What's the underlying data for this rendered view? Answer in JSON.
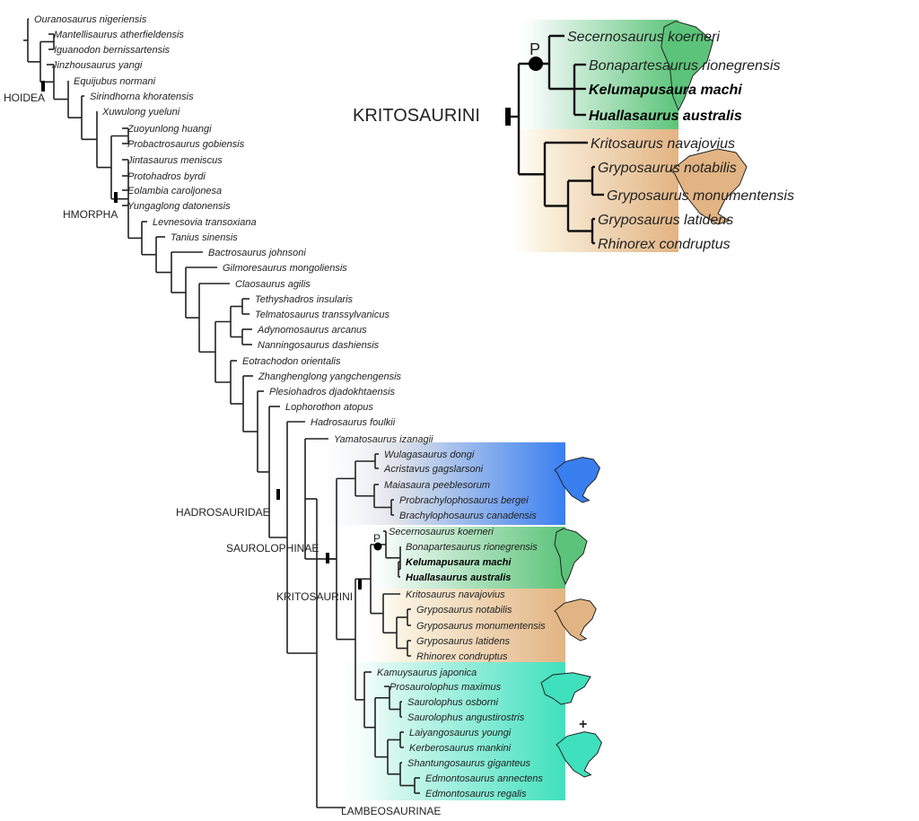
{
  "main_tree": {
    "taxa": [
      {
        "name": "Ouranosaurus nigeriensis",
        "bold": false
      },
      {
        "name": "Mantellisaurus atherfieldensis",
        "bold": false
      },
      {
        "name": "Iguanodon bernissartensis",
        "bold": false
      },
      {
        "name": "Jinzhousaurus yangi",
        "bold": false
      },
      {
        "name": "Equijubus normani",
        "bold": false
      },
      {
        "name": "Sirindhorna khoratensis",
        "bold": false
      },
      {
        "name": "Xuwulong yueluni",
        "bold": false
      },
      {
        "name": "Zuoyunlong huangi",
        "bold": false
      },
      {
        "name": "Probactrosaurus gobiensis",
        "bold": false
      },
      {
        "name": "Jintasaurus meniscus",
        "bold": false
      },
      {
        "name": "Protohadros byrdi",
        "bold": false
      },
      {
        "name": "Eolambia caroljonesa",
        "bold": false
      },
      {
        "name": "Yungaglong datonensis",
        "bold": false
      },
      {
        "name": "Levnesovia transoxiana",
        "bold": false
      },
      {
        "name": "Tanius sinensis",
        "bold": false
      },
      {
        "name": "Bactrosaurus johnsoni",
        "bold": false
      },
      {
        "name": "Gilmoresaurus mongoliensis",
        "bold": false
      },
      {
        "name": "Claosaurus agilis",
        "bold": false
      },
      {
        "name": "Tethyshadros insularis",
        "bold": false
      },
      {
        "name": "Telmatosaurus transsylvanicus",
        "bold": false
      },
      {
        "name": "Adynomosaurus arcanus",
        "bold": false
      },
      {
        "name": "Nanningosaurus dashiensis",
        "bold": false
      },
      {
        "name": "Eotrachodon orientalis",
        "bold": false
      },
      {
        "name": "Zhanghenglong yangchengensis",
        "bold": false
      },
      {
        "name": "Plesiohadros djadokhtaensis",
        "bold": false
      },
      {
        "name": "Lophorothon atopus",
        "bold": false
      },
      {
        "name": "Hadrosaurus foulkii",
        "bold": false
      },
      {
        "name": "Yamatosaurus izanagii",
        "bold": false
      },
      {
        "name": "Wulagasaurus dongi",
        "bold": false
      },
      {
        "name": "Acristavus gagslarsoni",
        "bold": false
      },
      {
        "name": "Maiasaura peeblesorum",
        "bold": false
      },
      {
        "name": "Probrachylophosaurus bergei",
        "bold": false
      },
      {
        "name": "Brachylophosaurus canadensis",
        "bold": false
      },
      {
        "name": "Secernosaurus koerneri",
        "bold": false
      },
      {
        "name": "Bonapartesaurus rionegrensis",
        "bold": false
      },
      {
        "name": "Kelumapusaura machi",
        "bold": true
      },
      {
        "name": "Huallasaurus australis",
        "bold": true
      },
      {
        "name": "Kritosaurus navajovius",
        "bold": false
      },
      {
        "name": "Gryposaurus notabilis",
        "bold": false
      },
      {
        "name": "Gryposaurus monumentensis",
        "bold": false
      },
      {
        "name": "Gryposaurus latidens",
        "bold": false
      },
      {
        "name": "Rhinorex condruptus",
        "bold": false
      },
      {
        "name": "Kamuysaurus japonica",
        "bold": false
      },
      {
        "name": "Prosaurolophus maximus",
        "bold": false
      },
      {
        "name": "Saurolophus osborni",
        "bold": false
      },
      {
        "name": "Saurolophus angustirostris",
        "bold": false
      },
      {
        "name": "Laiyangosaurus youngi",
        "bold": false
      },
      {
        "name": "Kerberosaurus mankini",
        "bold": false
      },
      {
        "name": "Shantungosaurus giganteus",
        "bold": false
      },
      {
        "name": "Edmontosaurus annectens",
        "bold": false
      },
      {
        "name": "Edmontosaurus regalis",
        "bold": false
      }
    ],
    "clade_labels": {
      "hoidea": "HOIDEA",
      "hmorpha": "HMORPHA",
      "hadrosauridae": "HADROSAURIDAE",
      "saurolophinae": "SAUROLOPHINAE",
      "kritosaurini": "KRITOSAURINI",
      "lambeosaurinae": "LAMBEOSAURINAE"
    },
    "node_marker_label": "P",
    "plus_sign": "+",
    "region_colors": {
      "north_america_blue": "#3a7ff0",
      "south_america_green": "#5cc47a",
      "north_america_tan": "#e2b483",
      "asia_na_teal": "#3fe0bd"
    },
    "map_icons": [
      "north-america-map-icon",
      "south-america-map-icon",
      "north-america-map-icon",
      "asia-map-icon",
      "north-america-map-icon"
    ]
  },
  "inset": {
    "clade_label": "KRITOSAURINI",
    "node_marker_label": "P",
    "taxa": [
      {
        "name": "Secernosaurus koerneri",
        "bold": false
      },
      {
        "name": "Bonapartesaurus rionegrensis",
        "bold": false
      },
      {
        "name": "Kelumapusaura machi",
        "bold": true
      },
      {
        "name": "Huallasaurus australis",
        "bold": true
      },
      {
        "name": "Kritosaurus navajovius",
        "bold": false
      },
      {
        "name": "Gryposaurus notabilis",
        "bold": false
      },
      {
        "name": "Gryposaurus monumentensis",
        "bold": false
      },
      {
        "name": "Gryposaurus latidens",
        "bold": false
      },
      {
        "name": "Rhinorex condruptus",
        "bold": false
      }
    ],
    "map_icons": [
      "south-america-map-icon",
      "north-america-map-icon"
    ]
  }
}
